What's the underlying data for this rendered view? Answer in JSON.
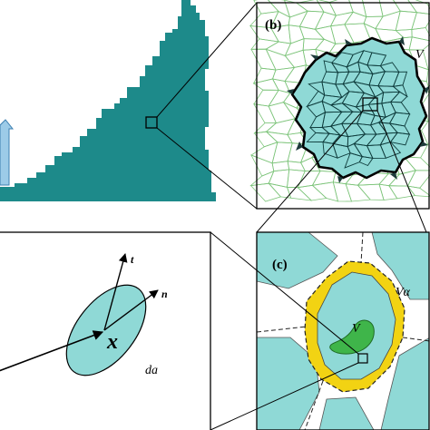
{
  "panel_b": {
    "label": "(b)",
    "symbol": "V"
  },
  "panel_c": {
    "label": "(c)",
    "symbol_alpha": "Vα",
    "symbol": "V"
  },
  "panel_d": {
    "point": "x",
    "tangent": "t",
    "normal": "n",
    "area": "da"
  },
  "colors": {
    "teal": "#1d8a8a",
    "cyan": "#8fd9d6",
    "grain_line": "#7dc47a",
    "yellow": "#f2d313",
    "green": "#3fb54a",
    "arrow_blue": "#9ccbe8"
  }
}
